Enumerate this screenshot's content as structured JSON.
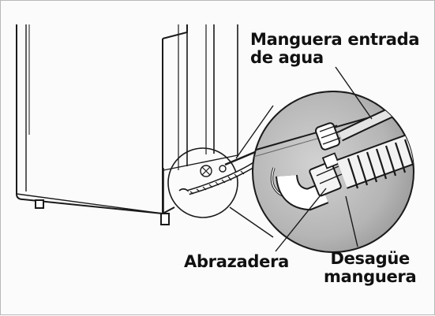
{
  "labels": {
    "inlet_line1": "Manguera entrada",
    "inlet_line2": "de agua",
    "clamp": "Abrazadera",
    "drain_line1": "Desagüe",
    "drain_line2": "manguera"
  },
  "colors": {
    "background": "#fbfbfb",
    "line": "#1a1a1a",
    "shading": "#b9b9b9",
    "shading_dark": "#8f8f8f",
    "border": "#b8b8b8"
  }
}
